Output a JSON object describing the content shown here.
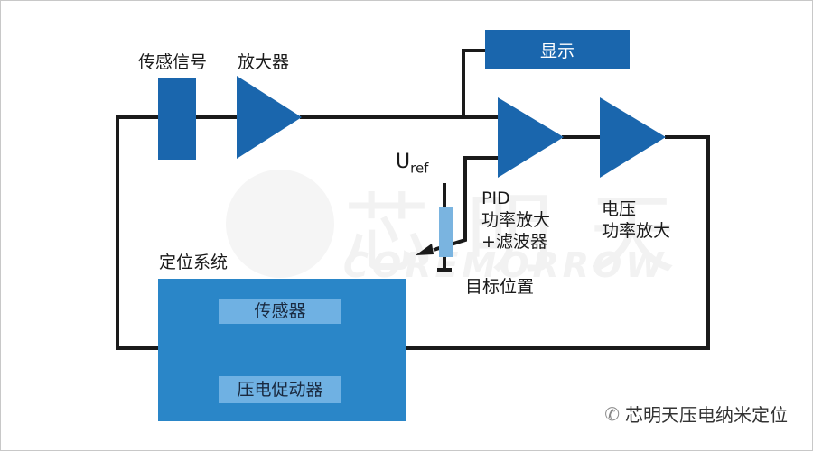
{
  "diagram": {
    "title": "压电纳米定位闭环控制原理",
    "nodes": {
      "sensor_signal": {
        "label": "传感信号",
        "shape": "rectangle"
      },
      "amplifier": {
        "label": "放大器",
        "shape": "triangle"
      },
      "display": {
        "label": "显示",
        "shape": "rectangle"
      },
      "pid": {
        "label_lines": [
          "PID",
          "功率放大",
          "+滤波器"
        ],
        "shape": "triangle"
      },
      "voltage_amp": {
        "label_lines": [
          "电压",
          "功率放大"
        ],
        "shape": "triangle"
      },
      "uref": {
        "label_main": "U",
        "label_sub": "ref",
        "shape": "potentiometer"
      },
      "target": {
        "label": "目标位置"
      },
      "positioning_system": {
        "label": "定位系统",
        "components": [
          "传感器",
          "压电促动器"
        ]
      }
    },
    "edges": [
      {
        "from": "positioning_system",
        "to": "sensor_signal"
      },
      {
        "from": "sensor_signal",
        "to": "amplifier"
      },
      {
        "from": "amplifier",
        "to": "display"
      },
      {
        "from": "amplifier",
        "to": "pid"
      },
      {
        "from": "uref",
        "to": "pid"
      },
      {
        "from": "pid",
        "to": "voltage_amp"
      },
      {
        "from": "voltage_amp",
        "to": "positioning_system"
      }
    ]
  },
  "watermark": {
    "logo_text": "芯明天",
    "brand_text": "COREMORROW"
  },
  "footer": {
    "text": "芯明天压电纳米定位"
  },
  "colors": {
    "primary_blue": "#1a66ad",
    "system_blue": "#2a86c8",
    "light_blue": "#6fb1e3",
    "wire": "#1a1a1a"
  }
}
